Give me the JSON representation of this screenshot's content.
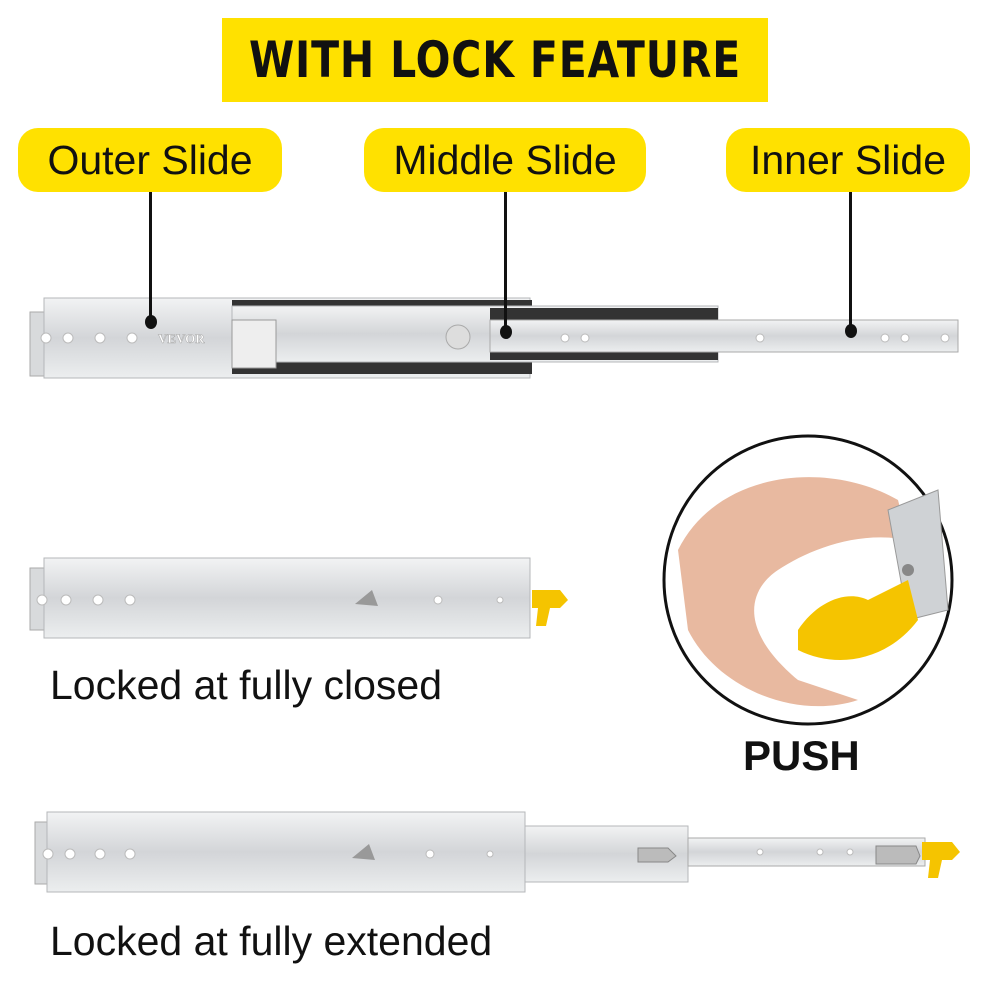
{
  "title": "WITH LOCK FEATURE",
  "labels": {
    "outer": "Outer Slide",
    "middle": "Middle Slide",
    "inner": "Inner Slide"
  },
  "brand_stamp": "VEVOR",
  "captions": {
    "closed": "Locked at fully closed",
    "extended": "Locked at fully extended"
  },
  "push_label": "PUSH",
  "colors": {
    "accent": "#FFE100",
    "lock": "#F5C400",
    "steel": "#D9DBDD"
  }
}
